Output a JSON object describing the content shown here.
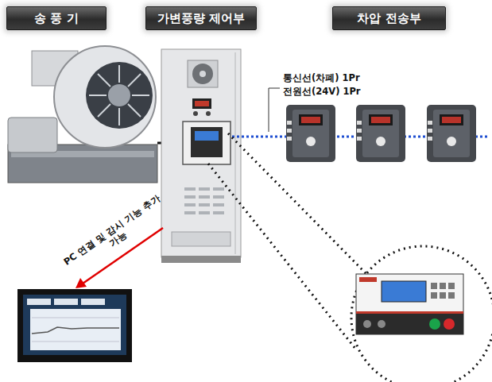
{
  "diagram": {
    "nodes": [
      {
        "text": [
          "송 풍 기"
        ]
      },
      {
        "text": [
          "가변풍량 제어부"
        ]
      },
      {
        "text": [
          "차압 전송부"
        ]
      }
    ],
    "labels": [
      "통신선(차폐) 1Pr",
      "전원선(24V) 1Pr",
      "PC 연결 및 감시 기능 추가 가능"
    ]
  }
}
